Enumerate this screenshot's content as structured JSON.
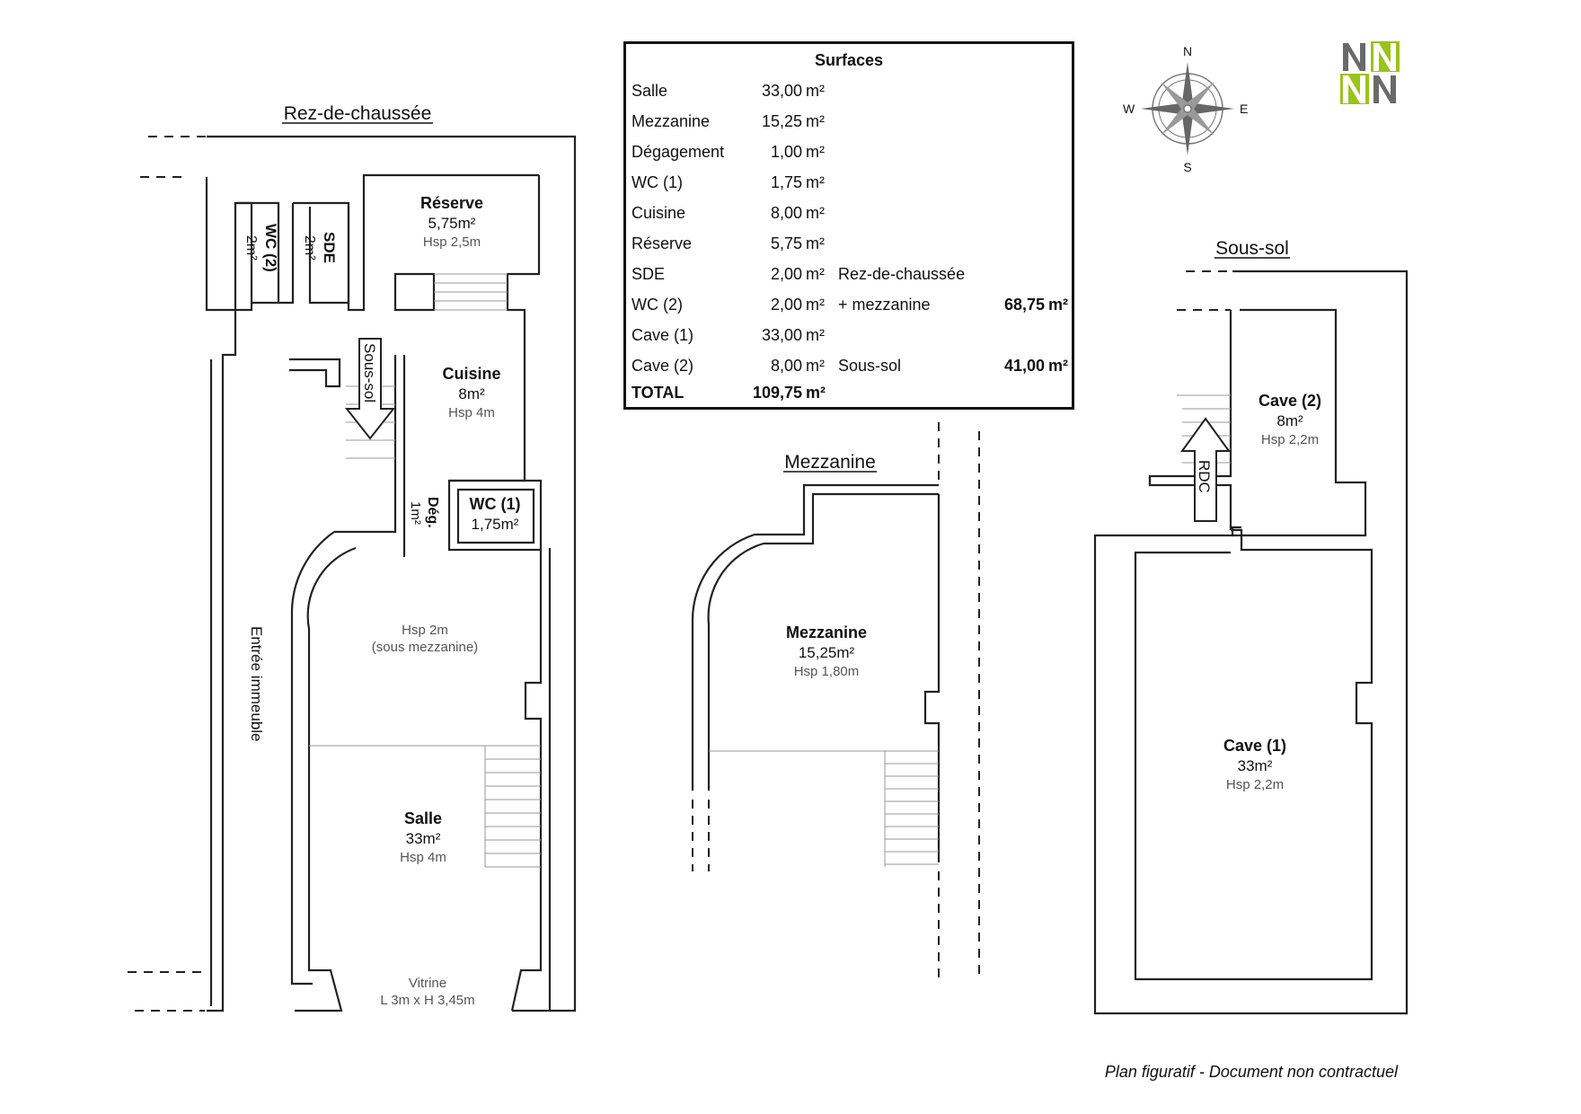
{
  "levels": {
    "rdc_title": "Rez-de-chaussée",
    "mezz_title": "Mezzanine",
    "soussol_title": "Sous-sol"
  },
  "rooms": {
    "reserve": {
      "name": "Réserve",
      "area": "5,75m²",
      "hsp": "Hsp 2,5m"
    },
    "wc2": {
      "name": "WC (2)",
      "area": "2m²"
    },
    "sde": {
      "name": "SDE",
      "area": "2m²"
    },
    "cuisine": {
      "name": "Cuisine",
      "area": "8m²",
      "hsp": "Hsp 4m"
    },
    "deg": {
      "name": "Dég.",
      "area": "1m²"
    },
    "wc1": {
      "name": "WC (1)",
      "area": "1,75m²"
    },
    "sous_mezz": {
      "hsp": "Hsp 2m",
      "note": "(sous mezzanine)"
    },
    "salle": {
      "name": "Salle",
      "area": "33m²",
      "hsp": "Hsp 4m"
    },
    "vitrine": {
      "label": "Vitrine",
      "dims": "L 3m x H 3,45m"
    },
    "entree": {
      "label": "Entrée immeuble"
    },
    "mezzanine": {
      "name": "Mezzanine",
      "area": "15,25m²",
      "hsp": "Hsp 1,80m"
    },
    "cave2": {
      "name": "Cave (2)",
      "area": "8m²",
      "hsp": "Hsp 2,2m"
    },
    "cave1": {
      "name": "Cave (1)",
      "area": "33m²",
      "hsp": "Hsp 2,2m"
    }
  },
  "arrows": {
    "down": "Sous-sol",
    "up": "RDC"
  },
  "compass": {
    "n": "N",
    "s": "S",
    "e": "E",
    "w": "W"
  },
  "logo": {
    "text": "NN NN"
  },
  "surfaces": {
    "title": "Surfaces",
    "rows": [
      {
        "name": "Salle",
        "value": "33,00",
        "unit": "m²",
        "group": "",
        "group_value": "",
        "group_unit": ""
      },
      {
        "name": "Mezzanine",
        "value": "15,25",
        "unit": "m²",
        "group": "",
        "group_value": "",
        "group_unit": ""
      },
      {
        "name": "Dégagement",
        "value": "1,00",
        "unit": "m²",
        "group": "",
        "group_value": "",
        "group_unit": ""
      },
      {
        "name": "WC (1)",
        "value": "1,75",
        "unit": "m²",
        "group": "",
        "group_value": "",
        "group_unit": ""
      },
      {
        "name": "Cuisine",
        "value": "8,00",
        "unit": "m²",
        "group": "",
        "group_value": "",
        "group_unit": ""
      },
      {
        "name": "Réserve",
        "value": "5,75",
        "unit": "m²",
        "group": "",
        "group_value": "",
        "group_unit": ""
      },
      {
        "name": "SDE",
        "value": "2,00",
        "unit": "m²",
        "group": "Rez-de-chaussée",
        "group_value": "",
        "group_unit": ""
      },
      {
        "name": "WC (2)",
        "value": "2,00",
        "unit": "m²",
        "group": "+ mezzanine",
        "group_value": "68,75",
        "group_unit": "m²"
      },
      {
        "name": "Cave (1)",
        "value": "33,00",
        "unit": "m²",
        "group": "",
        "group_value": "",
        "group_unit": ""
      },
      {
        "name": "Cave (2)",
        "value": "8,00",
        "unit": "m²",
        "group": "Sous-sol",
        "group_value": "41,00",
        "group_unit": "m²"
      }
    ],
    "total": {
      "name": "TOTAL",
      "value": "109,75",
      "unit": "m²"
    }
  },
  "footer": "Plan figuratif - Document non contractuel"
}
